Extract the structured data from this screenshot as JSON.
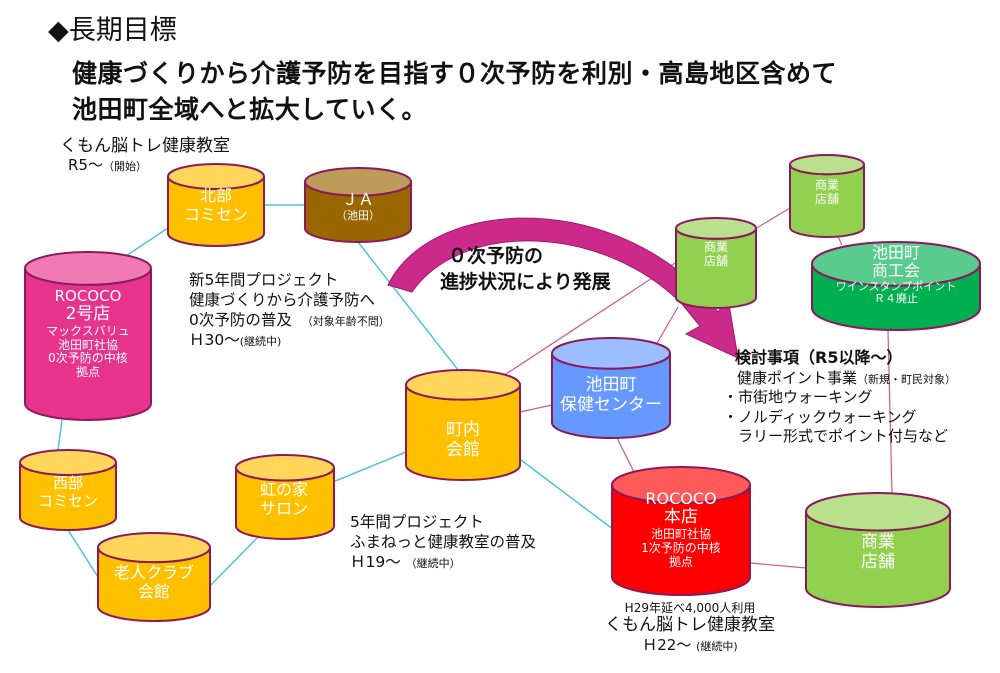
{
  "header": {
    "bullet": "◆",
    "title": "長期目標",
    "goal_line1": "健康づくりから介護予防を目指す０次予防を利別・高島地区含めて",
    "goal_line2": "池田町全域へと拡大していく。"
  },
  "colors": {
    "orange": "#ffc000",
    "brown": "#996600",
    "magenta": "#e6338c",
    "blue": "#6699ff",
    "red": "#ff0000",
    "light_green": "#92d050",
    "green": "#00b050",
    "outline": "#8b1a5c",
    "link_cyan": "#4fc3e0",
    "link_pink": "#d0569a",
    "arrow": "#cc2a8a"
  },
  "nodes": {
    "hokubu": {
      "line1": "北部",
      "line2": "コミセン"
    },
    "ja": {
      "line1": "ＪＡ",
      "line2": "（池田）"
    },
    "rococo2": {
      "line1": "ROCOCO",
      "line2": "2号店",
      "line3": "マックスバリュ",
      "line4": "池田町社協",
      "line5": "0次予防の中核",
      "line6": "拠点"
    },
    "seibu": {
      "line1": "西部",
      "line2": "コミセン"
    },
    "rojin": {
      "line1": "老人クラブ",
      "line2": "会館"
    },
    "niji": {
      "line1": "虹の家",
      "line2": "サロン"
    },
    "chonai": {
      "line1": "町内",
      "line2": "会館"
    },
    "hoken": {
      "line1": "池田町",
      "line2": "保健センター"
    },
    "rococo_main": {
      "line1": "ROCOCO",
      "line2": "本店",
      "line3": "池田町社協",
      "line4": "1次予防の中核",
      "line5": "拠点"
    },
    "shop1": {
      "line1": "商業",
      "line2": "店舗"
    },
    "shop2": {
      "line1": "商業",
      "line2": "店舗"
    },
    "shop3": {
      "line1": "商業",
      "line2": "店舗"
    },
    "shokokai": {
      "line1": "池田町",
      "line2": "商工会",
      "line3": "ワインスタンプポイント",
      "line4": "Ｒ４廃止"
    }
  },
  "notes": {
    "kumon_top": {
      "title": "くもん脳トレ健康教室",
      "period": "R5～",
      "status": "（開始）"
    },
    "new_project": {
      "line1": "新5年間プロジェクト",
      "line2": "健康づくりから介護予防へ",
      "line3": "0次予防の普及",
      "line3_note": "（対象年齢不問）",
      "period": "Ｈ30～",
      "status": "(継続中)"
    },
    "project5": {
      "line1": "5年間プロジェクト",
      "line2": "ふまねっと健康教室の普及",
      "period": "Ｈ19～",
      "status": "（継続中）"
    },
    "arrow_label": {
      "line1": "０次予防の",
      "line2": "進捗状況により発展"
    },
    "review": {
      "title": "検討事項（R5以降～）",
      "line1": "健康ポイント事業",
      "line1_note": "（新規・町民対象）",
      "line2": "・市街地ウォーキング",
      "line3": "・ノルディックウォーキング",
      "line4": "　ラリー形式でポイント付与など"
    },
    "kumon_bottom": {
      "usage": "H29年延べ4,000人利用",
      "title": "くもん脳トレ健康教室",
      "period": "Ｈ22～",
      "status": "(継続中)"
    }
  }
}
